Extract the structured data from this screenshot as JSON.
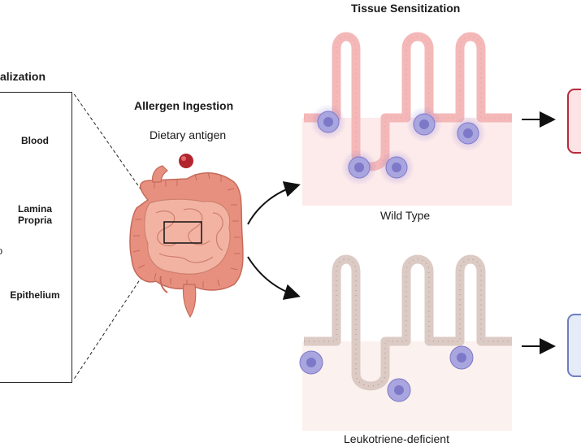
{
  "headings": {
    "left_cut": "alization",
    "ingestion": "Allergen Ingestion",
    "sensitization": "Tissue Sensitization"
  },
  "antigen_label": "Dietary antigen",
  "layers": {
    "blood": "Blood",
    "lamina_propria_line1": "Lamina",
    "lamina_propria_line2": "Propria",
    "epithelium": "Epithelium"
  },
  "left_edge_glyph": "o",
  "captions": {
    "wild_type": "Wild Type",
    "deficient": "Leukotriene-deficient"
  },
  "colors": {
    "wild_type_tissue": "#f6c8c8",
    "wild_type_stroma": "#fdeaea",
    "deficient_tissue": "#e4d2cc",
    "deficient_stroma": "#fbf1ee",
    "cell": "#9b97d8",
    "antigen": "#b3252d",
    "intestine": "#eea08f",
    "outcome_box_top": "#b82a3c",
    "outcome_box_bottom": "#6c7fbf"
  }
}
